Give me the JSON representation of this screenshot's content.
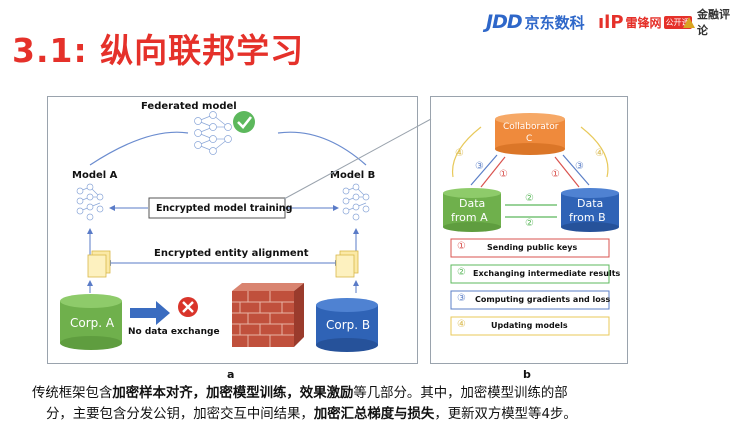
{
  "header": {
    "title": "3.1: 纵向联邦学习",
    "logos": {
      "jd_mark": "JDD",
      "jd_text": "京东数科",
      "leifeng_mark": "ılP",
      "leifeng_text": "雷锋网",
      "leifeng_badge": "公开课",
      "jinrong_text": "金融评论"
    }
  },
  "panel_a": {
    "federated_model": "Federated model",
    "model_a": "Model A",
    "model_b": "Model B",
    "encrypted_training": "Encrypted model training",
    "entity_alignment": "Encrypted entity alignment",
    "corp_a": "Corp. A",
    "corp_b": "Corp. B",
    "no_exchange": "No data exchange",
    "sublabel": "a"
  },
  "panel_b": {
    "collaborator_line1": "Collaborator",
    "collaborator_line2": "C",
    "data_a_line1": "Data",
    "data_a_line2": "from A",
    "data_b_line1": "Data",
    "data_b_line2": "from B",
    "steps": [
      {
        "num": "①",
        "label": "Sending public keys"
      },
      {
        "num": "②",
        "label": "Exchanging intermediate results"
      },
      {
        "num": "③",
        "label": "Computing gradients and loss"
      },
      {
        "num": "④",
        "label": "Updating models"
      }
    ],
    "arrow_nums": {
      "one_left": "①",
      "one_right": "①",
      "two_top": "②",
      "two_bottom": "②",
      "three_left": "③",
      "three_right": "③",
      "four_left": "④",
      "four_right": "④"
    },
    "sublabel": "b"
  },
  "caption": {
    "l1_a": "传统框架包含",
    "l1_b": "加密样本对齐，加密模型训练，效果激励",
    "l1_c": "等几部分。其中，加密模型训练的部",
    "l2_a": "分，主要包含分发公钥，加密交互中间结果，",
    "l2_b": "加密汇总梯度与损失",
    "l2_c": "，更新双方模型等4步。"
  },
  "colors": {
    "title": "#e5312a",
    "jd_blue": "#2e67c9",
    "corp_a_green": "#6fb04c",
    "corp_b_blue": "#2f63b6",
    "collaborator_orange": "#ef8a3c",
    "step1_red": "#d9534f",
    "step2_green": "#5cb85c",
    "step3_blue": "#5b7fc7",
    "step4_yellow": "#e8c95a"
  }
}
